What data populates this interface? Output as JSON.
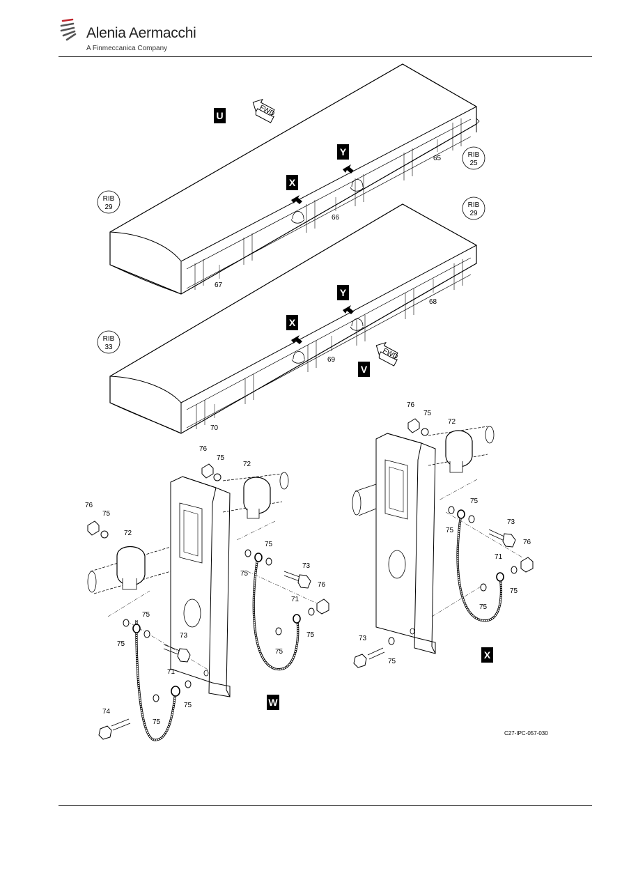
{
  "header": {
    "company": "Alenia Aermacchi",
    "subtitle": "A Finmeccanica Company"
  },
  "views": {
    "u": "U",
    "v": "V",
    "w": "W",
    "x": "X",
    "y": "Y"
  },
  "fwd_label": "FWD",
  "ribs": {
    "rib_word": "RIB",
    "rib_25": "25",
    "rib_29": "29",
    "rib_33": "33"
  },
  "item_numbers": {
    "i65": "65",
    "i66": "66",
    "i67": "67",
    "i68": "68",
    "i69": "69",
    "i70": "70",
    "i71": "71",
    "i72": "72",
    "i73": "73",
    "i74": "74",
    "i75": "75",
    "i76": "76"
  },
  "figure_code": "C27-IPC-057-030"
}
